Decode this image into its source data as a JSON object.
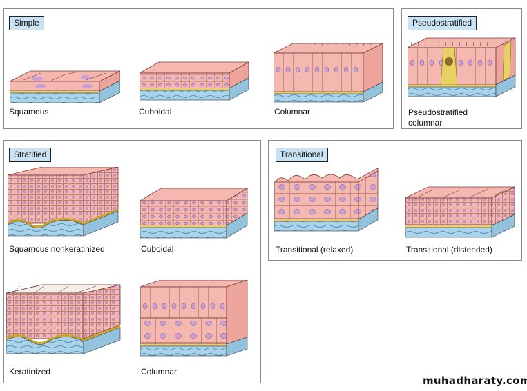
{
  "panels": {
    "simple": {
      "title": "Simple",
      "items": [
        "Squamous",
        "Cuboidal",
        "Columnar"
      ]
    },
    "pseudostratified": {
      "title": "Pseudostratified",
      "caption_line1": "Pseudostratified",
      "caption_line2": "columnar"
    },
    "stratified": {
      "title": "Stratified",
      "items": [
        "Squamous nonkeratinized",
        "Cuboidal",
        "Keratinized",
        "Columnar"
      ]
    },
    "transitional": {
      "title": "Transitional",
      "items": [
        "Transitional (relaxed)",
        "Transitional (distended)"
      ]
    }
  },
  "watermark": "muhadharaty.com",
  "colors": {
    "cell": "#f4b8b0",
    "nucleus": "#b58ccf",
    "basement": "#e7cf6e",
    "connective": "#a9d3ea",
    "tag": "#c9e3f5"
  }
}
